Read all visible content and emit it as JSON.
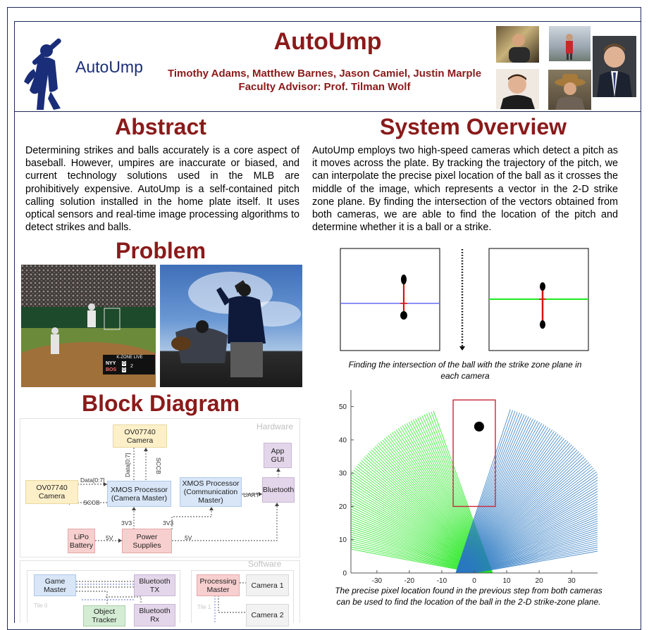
{
  "header": {
    "title": "AutoUmp",
    "logo_text": "AutoUmp",
    "authors": "Timothy Adams, Matthew Barnes, Jason Camiel, Justin Marple",
    "advisor": "Faculty Advisor: Prof. Tilman Wolf"
  },
  "abstract": {
    "heading": "Abstract",
    "text": "Determining strikes and balls accurately is a core aspect of baseball. However, umpires are inaccurate or biased, and current technology solutions used in the MLB are prohibitively expensive. AutoUmp is a self-contained pitch calling solution installed in the home plate itself. It uses optical sensors and real-time image processing algorithms to detect strikes and balls."
  },
  "system_overview": {
    "heading": "System Overview",
    "text": "AutoUmp employs two high-speed cameras which detect a pitch as it moves across the plate. By tracking the trajectory of the pitch, we can interpolate the precise pixel location of the ball as it crosses the middle of the image, which represents a vector in the 2-D strike zone plane. By finding the intersection of the vectors obtained from both cameras, we are able to find the location of the pitch and determine whether it is a ball or a strike.",
    "caption1": "Finding the intersection of the ball with the strike zone plane in each camera",
    "caption2": "The precise pixel location found in the previous step from both cameras can be used to find the location of the ball in the 2-D strike-zone plane."
  },
  "problem": {
    "heading": "Problem",
    "scoreboard": {
      "label": "K-ZONE LIVE",
      "team1": "NYY",
      "score1": "0",
      "team2": "BOS",
      "score2": "0",
      "count": "2"
    }
  },
  "block_diagram": {
    "heading": "Block Diagram",
    "hardware_label": "Hardware",
    "software_label": "Software",
    "camera_top": "OV07740 Camera",
    "camera_left": "OV07740 Camera",
    "xmos_camera": "XMOS Processor (Camera Master)",
    "xmos_comm": "XMOS Processor (Communication Master)",
    "bluetooth": "Bluetooth",
    "app_gui": "App GUI",
    "lipo": "LiPo Battery",
    "power": "Power Supplies",
    "lbl_data_v": "Data[0:7]",
    "lbl_sccb_v": "SCCB",
    "lbl_data_h": "Data[0:7]",
    "lbl_sccb_h": "SCCB",
    "lbl_uart": "UART",
    "lbl_3v3_a": "3V3",
    "lbl_3v3_b": "3V3",
    "lbl_5v_a": "5V",
    "lbl_5v_b": "5V",
    "game_master": "Game Master",
    "bluetooth_tx": "Bluetooth TX",
    "object_tracker": "Object Tracker",
    "bluetooth_rx": "Bluetooth Rx",
    "tile0": "Tile 0",
    "tile1": "Tile 1",
    "processing_master": "Processing Master",
    "camera1": "Camera 1",
    "camera2": "Camera 2"
  },
  "colors": {
    "maroon": "#8b1a1a",
    "navy": "#1a2d78",
    "green_fan": "#22e81e",
    "blue_fan": "#2a78c2"
  },
  "chart_data": {
    "type": "scatter",
    "title": "",
    "xlabel": "",
    "ylabel": "",
    "xlim": [
      -38,
      38
    ],
    "ylim": [
      0,
      55
    ],
    "x_ticks": [
      -30,
      -20,
      -10,
      0,
      10,
      20,
      30
    ],
    "y_ticks": [
      0,
      10,
      20,
      30,
      40,
      50
    ],
    "strike_zone": {
      "x": [
        -6.5,
        6.5
      ],
      "y": [
        20,
        52
      ]
    },
    "ball": {
      "x": 1.5,
      "y": 44
    },
    "series": [
      {
        "color": "#22e81e",
        "fan": {
          "origin": [
            6,
            -1
          ],
          "angle_from": 110,
          "angle_to": 170
        }
      },
      {
        "color": "#2a78c2",
        "fan": {
          "origin": [
            -6,
            -1
          ],
          "angle_from": 10,
          "angle_to": 72
        }
      }
    ]
  }
}
